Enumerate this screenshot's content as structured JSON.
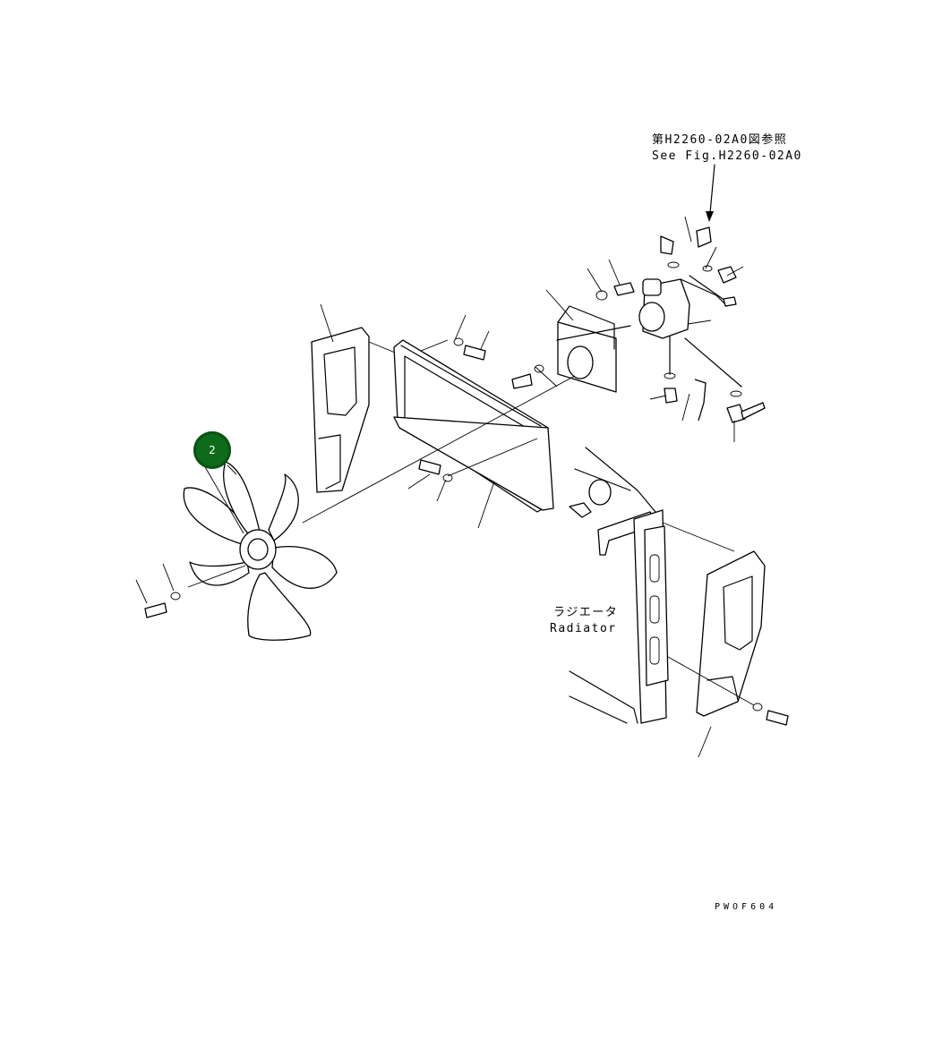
{
  "reference": {
    "jp": "第H2260-02A0図参照",
    "en": "See Fig.H2260-02A0"
  },
  "radiator_label": {
    "jp": "ラジエータ",
    "en": "Radiator"
  },
  "figure_code": "PWOF604",
  "callout": {
    "number": "2",
    "color": "#0e6b1a"
  }
}
